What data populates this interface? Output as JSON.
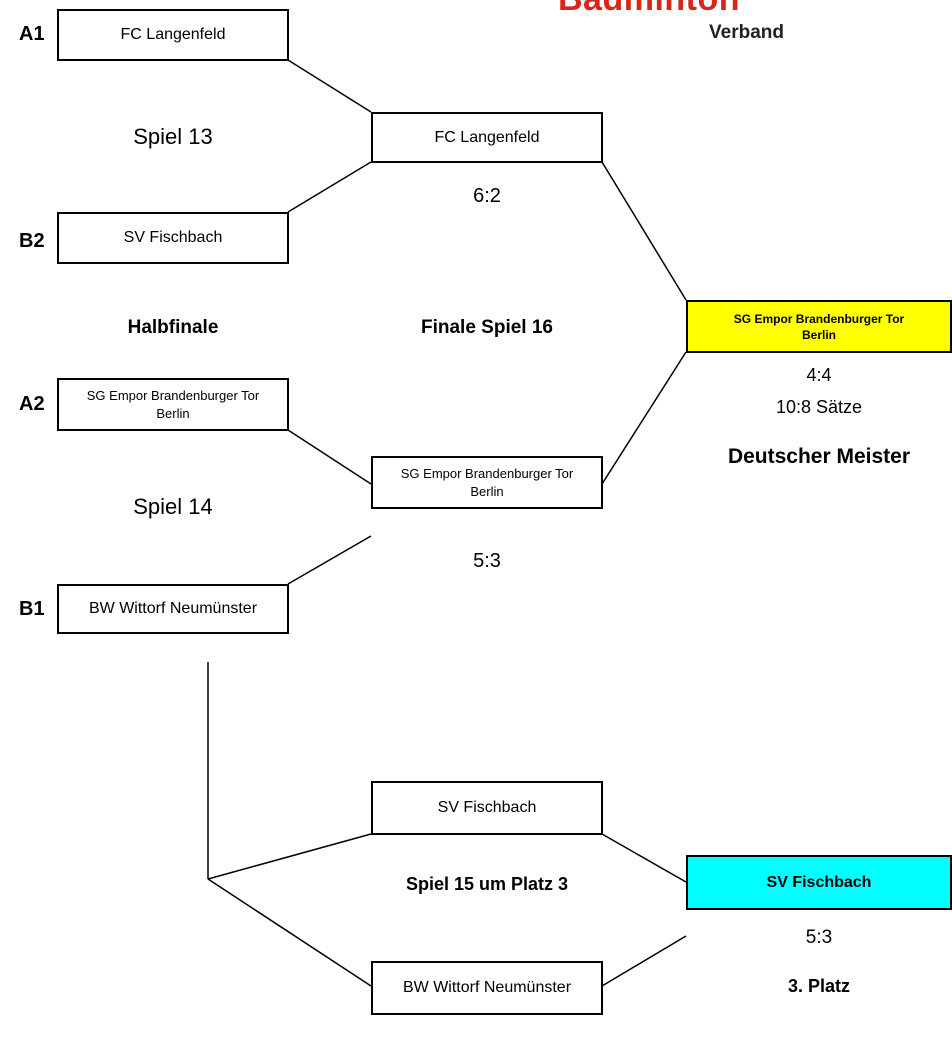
{
  "logo": {
    "line1": "Badminton",
    "line2": "Verband"
  },
  "seeds": {
    "a1": "A1",
    "b2": "B2",
    "a2": "A2",
    "b1": "B1"
  },
  "semis": {
    "a1_team": "FC Langenfeld",
    "b2_team": "SV Fischbach",
    "a2_team_line1": "SG Empor Brandenburger Tor",
    "a2_team_line2": "Berlin",
    "b1_team": "BW Wittorf Neumünster",
    "label": "Halbfinale",
    "game13": "Spiel 13",
    "game14": "Spiel 14"
  },
  "finalists": {
    "top_team": "FC Langenfeld",
    "top_score": "6:2",
    "bottom_team_line1": "SG Empor Brandenburger Tor",
    "bottom_team_line2": "Berlin",
    "bottom_score": "5:3",
    "label": "Finale Spiel 16"
  },
  "champion": {
    "team_line1": "SG Empor Brandenburger Tor",
    "team_line2": "Berlin",
    "score": "4:4",
    "sets": "10:8 Sätze",
    "title": "Deutscher Meister",
    "color": "#ffff00"
  },
  "third_place": {
    "top_team": "SV Fischbach",
    "bottom_team": "BW Wittorf Neumünster",
    "label": "Spiel 15 um Platz 3",
    "winner": "SV Fischbach",
    "score": "5:3",
    "title": "3. Platz",
    "color": "#00ffff"
  }
}
